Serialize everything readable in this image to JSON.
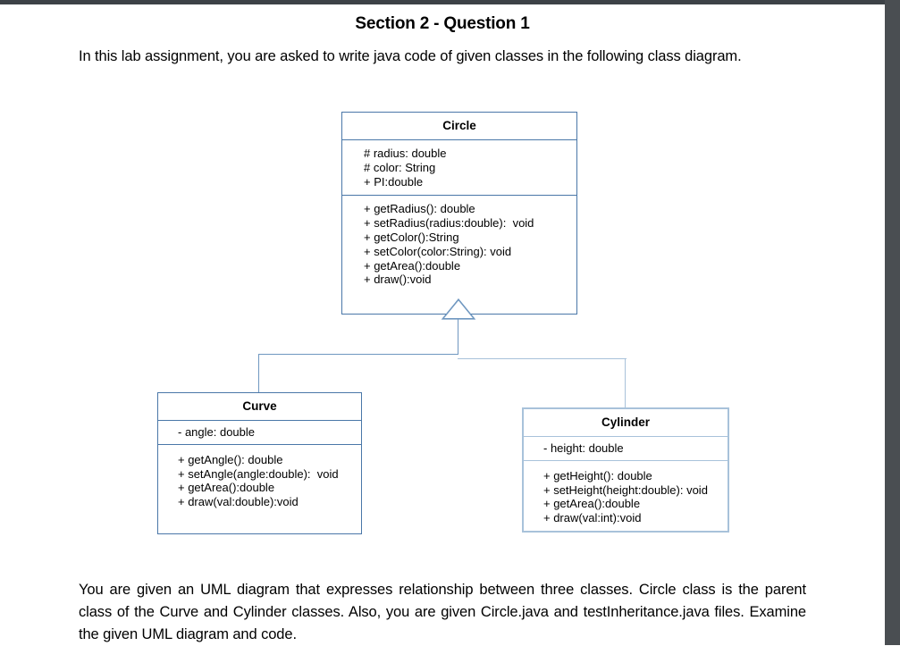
{
  "document": {
    "title": "Section 2 - Question 1",
    "intro_paragraph": "In this lab assignment, you are asked to write java code of given classes in the following class diagram.",
    "outro_paragraph": "You are given an UML diagram that expresses relationship between three classes. Circle class is the parent class of the Curve and Cylinder classes. Also, you are given Circle.java and testInheritance.java files. Examine the given UML diagram and code."
  },
  "theme": {
    "border_color": "#4a77a8",
    "connector_color": "#a8c2da",
    "chrome_color": "#3d4247",
    "page_background": "#ffffff",
    "text_color": "#000000"
  },
  "uml": {
    "relationship": "inheritance",
    "parent": "Circle",
    "children": [
      "Curve",
      "Cylinder"
    ],
    "classes": [
      {
        "name": "Circle",
        "attributes": [
          "# radius: double",
          "# color: String",
          "+ PI:double"
        ],
        "methods": [
          "+ getRadius(): double",
          "+ setRadius(radius:double):  void",
          "+ getColor():String",
          "+ setColor(color:String): void",
          "+ getArea():double",
          "+ draw():void"
        ]
      },
      {
        "name": "Curve",
        "attributes": [
          "- angle: double"
        ],
        "methods": [
          "+ getAngle(): double",
          "+ setAngle(angle:double):  void",
          "+ getArea():double",
          "+ draw(val:double):void"
        ]
      },
      {
        "name": "Cylinder",
        "attributes": [
          "- height: double"
        ],
        "methods": [
          "+ getHeight(): double",
          "+ setHeight(height:double): void",
          "+ getArea():double",
          "+ draw(val:int):void"
        ]
      }
    ]
  }
}
